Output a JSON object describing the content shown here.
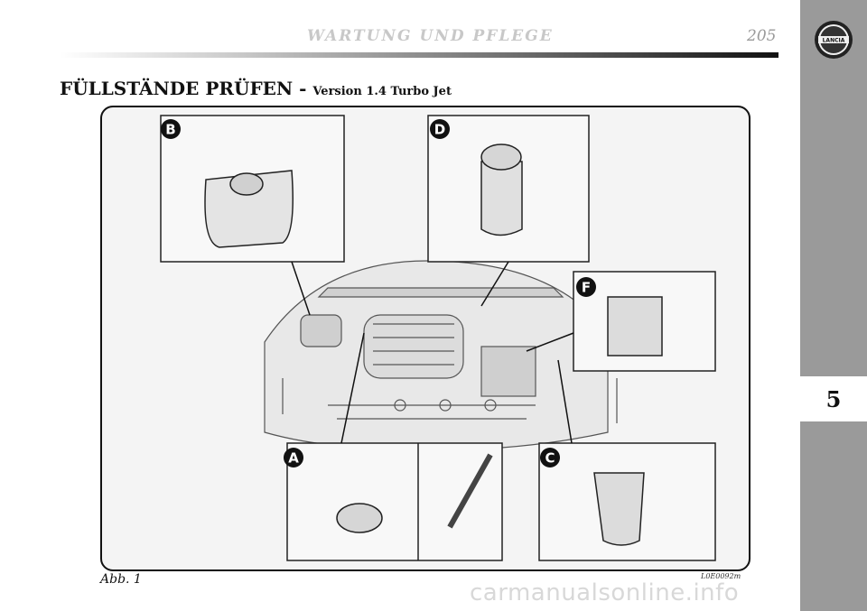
{
  "header": {
    "section_title": "WARTUNG UND PFLEGE",
    "page_number": "205"
  },
  "side_tab": {
    "chapter": "5",
    "logo_text": "LANCIA"
  },
  "page": {
    "title": "FÜLLSTÄNDE PRÜFEN -",
    "subtitle": "Version 1.4 Turbo Jet"
  },
  "figure": {
    "callouts": {
      "a": "A",
      "b": "B",
      "c": "C",
      "d": "D",
      "f": "F"
    },
    "caption": "Abb. 1",
    "code": "L0E0092m"
  },
  "watermark": "carmanualsonline.info",
  "colors": {
    "side_tab": "#9a9a9a",
    "header_text": "#c8c8c8",
    "frame": "#111111"
  }
}
